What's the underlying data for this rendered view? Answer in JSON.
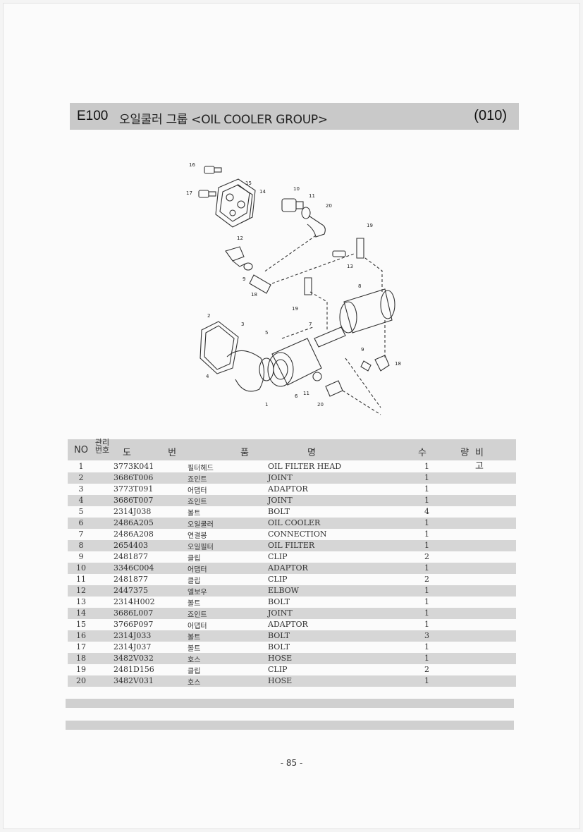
{
  "header": {
    "code": "E100",
    "title": "오일쿨러 그룹 <OIL COOLER GROUP>",
    "group_no": "(010)"
  },
  "table": {
    "headers": {
      "no": "NO",
      "mgmt": "관리\n번호",
      "drawing": "도 번",
      "part": "품",
      "name": "명",
      "qty": "수 량",
      "remark": "비 고"
    },
    "rows": [
      {
        "no": "1",
        "pn": "3773K041",
        "kr": "필터헤드",
        "en": "OIL FILTER HEAD",
        "qty": "1"
      },
      {
        "no": "2",
        "pn": "3686T006",
        "kr": "죠인트",
        "en": "JOINT",
        "qty": "1"
      },
      {
        "no": "3",
        "pn": "3773T091",
        "kr": "어댑터",
        "en": "ADAPTOR",
        "qty": "1"
      },
      {
        "no": "4",
        "pn": "3686T007",
        "kr": "죠인트",
        "en": "JOINT",
        "qty": "1"
      },
      {
        "no": "5",
        "pn": "2314J038",
        "kr": "볼트",
        "en": "BOLT",
        "qty": "4"
      },
      {
        "no": "6",
        "pn": "2486A205",
        "kr": "오일쿨러",
        "en": "OIL COOLER",
        "qty": "1"
      },
      {
        "no": "7",
        "pn": "2486A208",
        "kr": "연결봉",
        "en": "CONNECTION",
        "qty": "1"
      },
      {
        "no": "8",
        "pn": "2654403",
        "kr": "오일필터",
        "en": "OIL FILTER",
        "qty": "1"
      },
      {
        "no": "9",
        "pn": "2481877",
        "kr": "클립",
        "en": "CLIP",
        "qty": "2"
      },
      {
        "no": "10",
        "pn": "3346C004",
        "kr": "어댑터",
        "en": "ADAPTOR",
        "qty": "1"
      },
      {
        "no": "11",
        "pn": "2481877",
        "kr": "클립",
        "en": "CLIP",
        "qty": "2"
      },
      {
        "no": "12",
        "pn": "2447375",
        "kr": "엘보우",
        "en": "ELBOW",
        "qty": "1"
      },
      {
        "no": "13",
        "pn": "2314H002",
        "kr": "볼트",
        "en": "BOLT",
        "qty": "1"
      },
      {
        "no": "14",
        "pn": "3686L007",
        "kr": "죠인트",
        "en": "JOINT",
        "qty": "1"
      },
      {
        "no": "15",
        "pn": "3766P097",
        "kr": "어댑터",
        "en": "ADAPTOR",
        "qty": "1"
      },
      {
        "no": "16",
        "pn": "2314J033",
        "kr": "볼트",
        "en": "BOLT",
        "qty": "3"
      },
      {
        "no": "17",
        "pn": "2314J037",
        "kr": "볼트",
        "en": "BOLT",
        "qty": "1"
      },
      {
        "no": "18",
        "pn": "3482V032",
        "kr": "호스",
        "en": "HOSE",
        "qty": "1"
      },
      {
        "no": "19",
        "pn": "2481D156",
        "kr": "클립",
        "en": "CLIP",
        "qty": "2"
      },
      {
        "no": "20",
        "pn": "3482V031",
        "kr": "호스",
        "en": "HOSE",
        "qty": "1"
      }
    ]
  },
  "diagram": {
    "callouts": [
      "16",
      "15",
      "14",
      "17",
      "10",
      "11",
      "20",
      "19",
      "12",
      "13",
      "9",
      "18",
      "19",
      "8",
      "2",
      "3",
      "5",
      "7",
      "4",
      "9",
      "18",
      "1",
      "6",
      "11",
      "20"
    ]
  },
  "footer": {
    "page": "- 85 -"
  }
}
